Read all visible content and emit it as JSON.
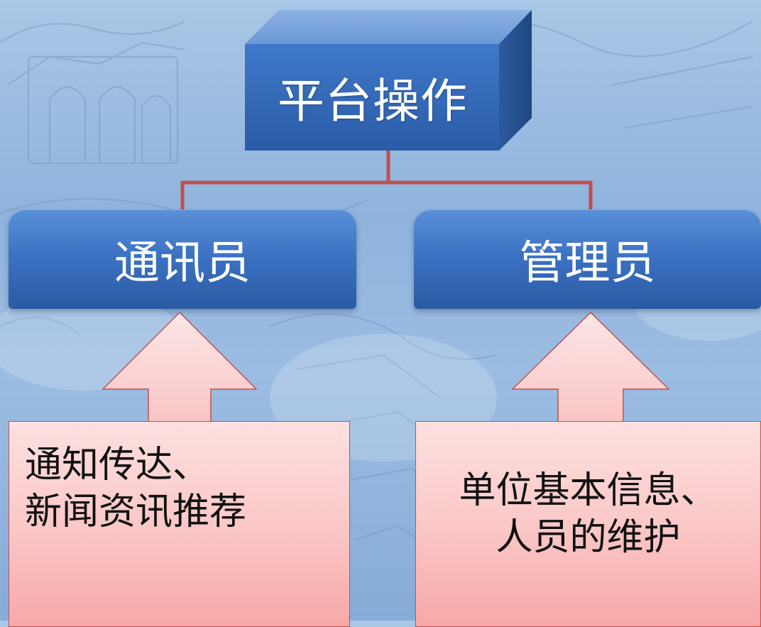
{
  "diagram": {
    "root": {
      "label": "平台操作"
    },
    "roles": [
      {
        "label": "通讯员",
        "responsibilities": [
          "通知传达、",
          "新闻资讯推荐"
        ]
      },
      {
        "label": "管理员",
        "responsibilities": [
          "单位基本信息、",
          "人员的维护"
        ]
      }
    ]
  },
  "colors": {
    "background": "#9cbde2",
    "box_blue": "#3d73c4",
    "connector_red": "#c0504d",
    "arrow_pink": "#fbcaca",
    "text_white": "#ffffff",
    "text_dark": "#111111"
  }
}
